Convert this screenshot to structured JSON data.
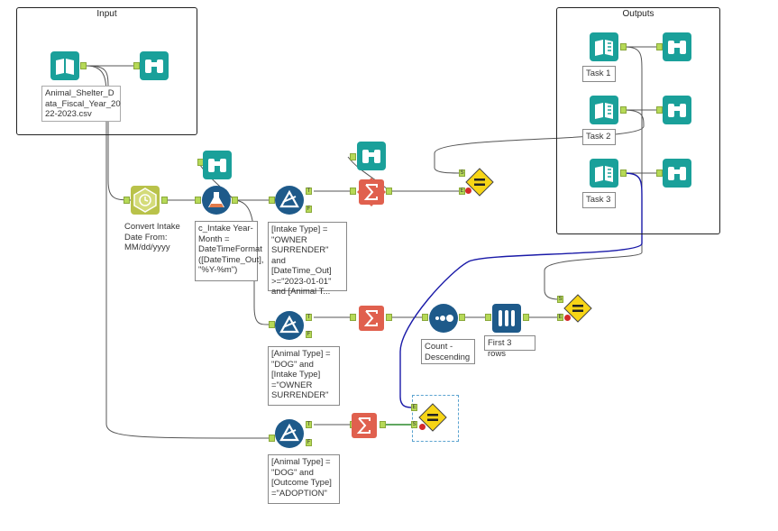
{
  "containers": {
    "input": {
      "title": "Input"
    },
    "outputs": {
      "title": "Outputs"
    }
  },
  "input_file": {
    "label": "Animal_Shelter_Data_Fiscal_Year_2022-2023.csv",
    "line1": "Animal_Shelter_D",
    "line2": "ata_Fiscal_Year_20",
    "line3": "22-2023.csv"
  },
  "datetime_tool": {
    "line1": "Convert Intake",
    "line2": "Date From:",
    "line3": "MM/dd/yyyy"
  },
  "formula_tool": {
    "line1": "c_Intake Year-",
    "line2": "Month =",
    "line3": "DateTimeFormat",
    "line4": "([DateTime_Out],",
    "line5": "\"%Y-%m\")"
  },
  "filter1": {
    "line1": "[Intake Type] =",
    "line2": "\"OWNER",
    "line3": "SURRENDER\" and",
    "line4": "[DateTime_Out]",
    "line5": ">=\"2023-01-01\"",
    "line6": "and  [Animal T..."
  },
  "filter2": {
    "line1": "[Animal Type] =",
    "line2": "\"DOG\" and",
    "line3": "[Intake Type]",
    "line4": "=\"OWNER",
    "line5": "SURRENDER\""
  },
  "filter3": {
    "line1": "[Animal Type] =",
    "line2": "\"DOG\" and",
    "line3": "[Outcome Type]",
    "line4": "=\"ADOPTION\""
  },
  "sort_tool": {
    "line1": "Count -",
    "line2": "Descending"
  },
  "sample_tool": {
    "label": "First 3 rows"
  },
  "tasks": [
    {
      "label": "Task 1"
    },
    {
      "label": "Task 2"
    },
    {
      "label": "Task 3"
    }
  ],
  "anchors": {
    "true": "T",
    "false": "F",
    "source": "S",
    "expected": "E"
  },
  "colors": {
    "teal": "#1aa09a",
    "filter_blue": "#1e5a8a",
    "summarize": "#e0604e",
    "datetime": "#b9c24a",
    "compare": "#f7d516",
    "wire_blue": "#1a1aa8",
    "wire_green": "#2b8a2b"
  }
}
